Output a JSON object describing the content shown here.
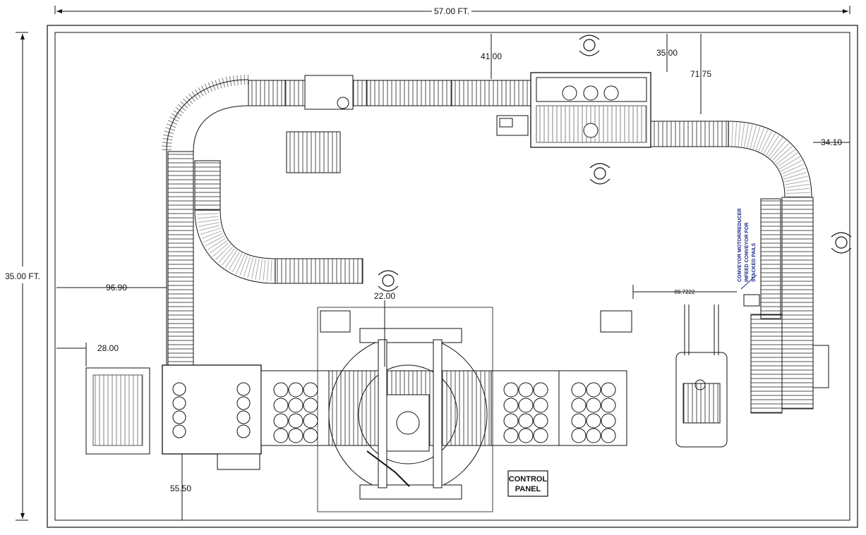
{
  "dimensions": {
    "width_total": "57.00 FT.",
    "height_total": "35.00 FT.",
    "d_41": "41.00",
    "d_35": "35.00",
    "d_71_75": "71.75",
    "d_34_10": "34.10",
    "d_96_90": "96.90",
    "d_28": "28.00",
    "d_22": "22.00",
    "d_55_50": "55.50",
    "d_89_7222": "89.7222"
  },
  "labels": {
    "control_panel_line1": "CONTROL",
    "control_panel_line2": "PANEL",
    "note_line1": "CONVEYOR MOTOR/REDUCER",
    "note_line2": "INFEED CONVEYOR FOR",
    "note_line3": "STACKED PAILS"
  },
  "colors": {
    "line": "#111111",
    "note": "#1c2a8a"
  }
}
